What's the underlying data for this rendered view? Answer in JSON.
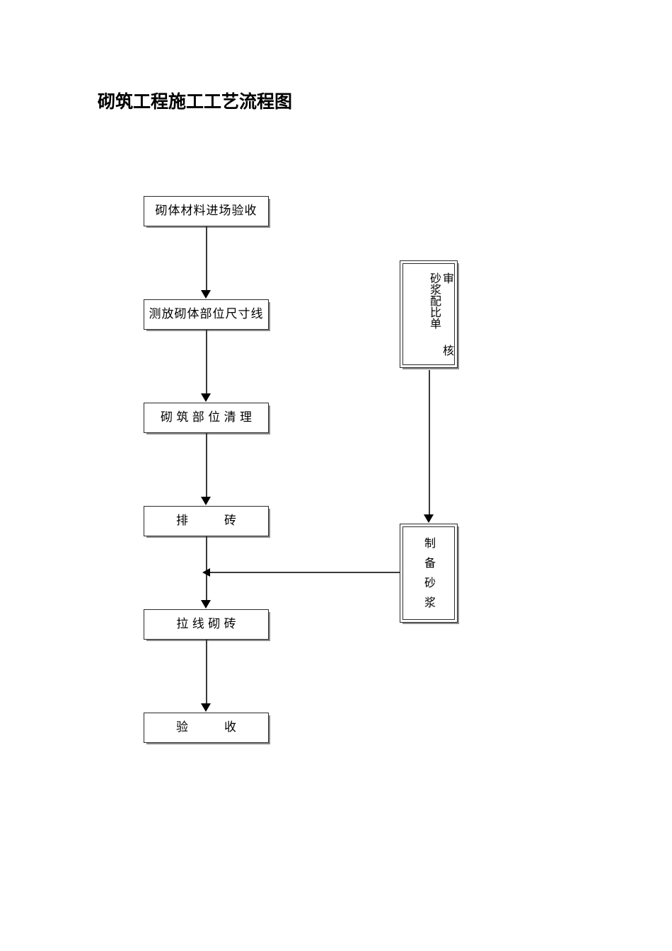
{
  "document": {
    "title": "砌筑工程施工工艺流程图"
  },
  "flowchart": {
    "type": "flowchart",
    "orientation": "top-to-bottom",
    "main_nodes": [
      {
        "id": "n1",
        "label": "砌体材料进场验收"
      },
      {
        "id": "n2",
        "label": "测放砌体部位尺寸线"
      },
      {
        "id": "n3",
        "label": "砌 筑 部 位 清 理"
      },
      {
        "id": "n4",
        "label": "排　　　砖"
      },
      {
        "id": "n5",
        "label": "拉 线 砌 砖"
      },
      {
        "id": "n6",
        "label": "验　　　收"
      }
    ],
    "side_nodes": [
      {
        "id": "s1",
        "label_primary": "砂浆配比单",
        "label_secondary": "审核"
      },
      {
        "id": "s2",
        "label_primary": "制备砂浆",
        "label_secondary": ""
      }
    ],
    "edges": [
      {
        "from": "n1",
        "to": "n2",
        "direction": "down"
      },
      {
        "from": "n2",
        "to": "n3",
        "direction": "down"
      },
      {
        "from": "n3",
        "to": "n4",
        "direction": "down"
      },
      {
        "from": "n4",
        "to": "n5",
        "direction": "down"
      },
      {
        "from": "n5",
        "to": "n6",
        "direction": "down"
      },
      {
        "from": "s1",
        "to": "s2",
        "direction": "down"
      },
      {
        "from": "s2",
        "to": "main-flow",
        "direction": "left"
      }
    ]
  },
  "style": {
    "line_color": "#3a3a3a",
    "border_color": "#2b2b2b",
    "text_color": "#000000",
    "background": "#ffffff"
  }
}
